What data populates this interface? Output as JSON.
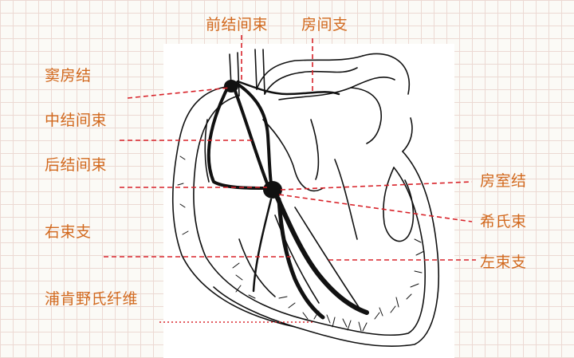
{
  "labels": {
    "anterior_internodal": "前结间束",
    "atrial_branch": "房间支",
    "sa_node": "窦房结",
    "middle_internodal": "中结间束",
    "posterior_internodal": "后结间束",
    "right_bundle_branch": "右束支",
    "purkinje_fibers": "浦肯野氏纤维",
    "av_node": "房室结",
    "his_bundle": "希氏束",
    "left_bundle_branch": "左束支"
  },
  "colors": {
    "label_text": "#d2691e",
    "leader_line": "#d8232a",
    "heart_outline": "#111111",
    "grid": "#ecd9d3"
  }
}
